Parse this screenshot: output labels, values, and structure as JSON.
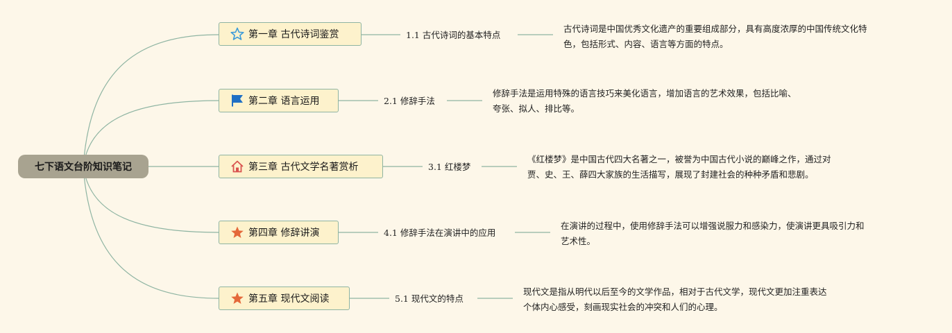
{
  "root": {
    "label": "七下语文台阶知识笔记"
  },
  "chapters": [
    {
      "label": "第一章 古代诗词鉴赏",
      "icon": "star-outline-icon",
      "section": "1.1 古代诗词的基本特点",
      "desc": [
        "古代诗词是中国优秀文化遗产的重要组成部分，具有高度浓厚的中国传统文化特",
        "色，包括形式、内容、语言等方面的特点。"
      ]
    },
    {
      "label": "第二章 语言运用",
      "icon": "flag-icon",
      "section": "2.1 修辞手法",
      "desc": [
        "修辞手法是运用特殊的语言技巧来美化语言，增加语言的艺术效果，包括比喻、",
        "夸张、拟人、排比等。"
      ]
    },
    {
      "label": "第三章 古代文学名著赏析",
      "icon": "home-icon",
      "section": "3.1 红楼梦",
      "desc": [
        "《红楼梦》是中国古代四大名著之一，被誉为中国古代小说的巅峰之作，通过对",
        "贾、史、王、薛四大家族的生活描写，展现了封建社会的种种矛盾和悲剧。"
      ]
    },
    {
      "label": "第四章 修辞讲演",
      "icon": "star-filled-icon",
      "section": "4.1 修辞手法在演讲中的应用",
      "desc": [
        "在演讲的过程中，使用修辞手法可以增强说服力和感染力，使演讲更具吸引力和",
        "艺术性。"
      ]
    },
    {
      "label": "第五章 现代文阅读",
      "icon": "star-filled-icon",
      "section": "5.1 现代文的特点",
      "desc": [
        "现代文是指从明代以后至今的文学作品，相对于古代文学，现代文更加注重表达",
        "个体内心感受，刻画现实社会的冲突和人们的心理。"
      ]
    }
  ],
  "colors": {
    "background": "#fdf7e9",
    "root_fill": "#a8a390",
    "chapter_fill": "#fdf2cc",
    "chapter_border": "#8eb4a2",
    "connector": "#8eb4a2",
    "star_outline": "#3b9ad9",
    "flag": "#1f6fc4",
    "home": "#d9534f",
    "star_filled": "#e4683a"
  }
}
